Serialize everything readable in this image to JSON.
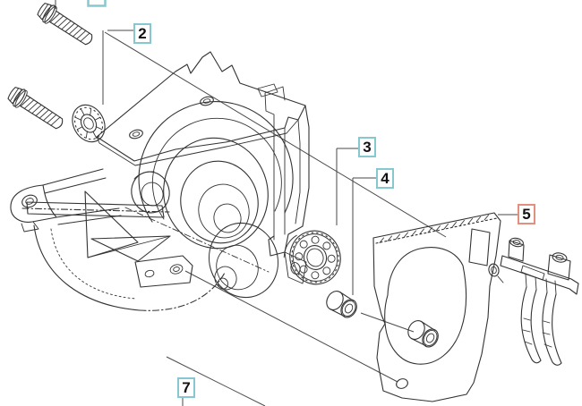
{
  "diagram": {
    "title": "exploded-parts-diagram",
    "background": "#ffffff",
    "line_color": "#333333",
    "leader_color": "#4a4a4a",
    "callout_styles": {
      "default_border": "#85c8cf",
      "highlight_border": "#e2907c",
      "text_color": "#111111",
      "background": "#ffffff"
    },
    "callouts": [
      {
        "id": "1",
        "number": "",
        "highlighted": false,
        "partial": true
      },
      {
        "id": "2",
        "number": "2",
        "highlighted": false
      },
      {
        "id": "3",
        "number": "3",
        "highlighted": false
      },
      {
        "id": "4",
        "number": "4",
        "highlighted": false
      },
      {
        "id": "5",
        "number": "5",
        "highlighted": true
      },
      {
        "id": "7",
        "number": "7",
        "highlighted": false
      }
    ],
    "parts": [
      {
        "name": "screw-upper"
      },
      {
        "name": "screw-lower"
      },
      {
        "name": "seal-ring"
      },
      {
        "name": "crankcase-housing"
      },
      {
        "name": "ball-bearing"
      },
      {
        "name": "bushing-front"
      },
      {
        "name": "bushing-rear"
      },
      {
        "name": "gasket-plate"
      },
      {
        "name": "support-bracket"
      }
    ]
  }
}
